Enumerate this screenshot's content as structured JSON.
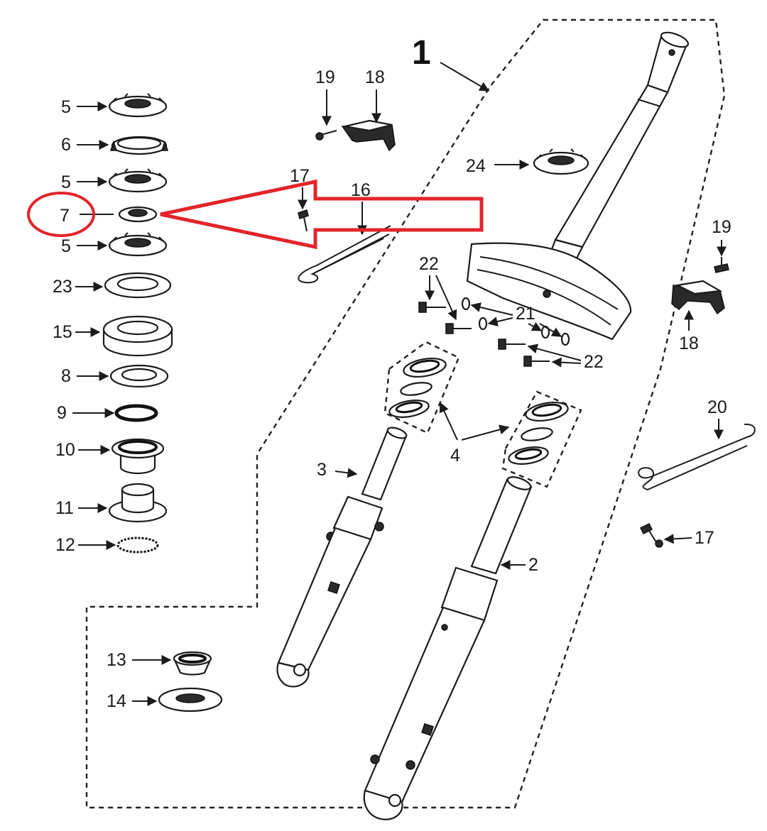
{
  "assembly_label": "1",
  "highlight_color": "#e3242b",
  "labels": {
    "p5a": "5",
    "p6": "6",
    "p5b": "5",
    "p7": "7",
    "p5c": "5",
    "p23": "23",
    "p15": "15",
    "p8": "8",
    "p9": "9",
    "p10": "10",
    "p11": "11",
    "p12": "12",
    "p13": "13",
    "p14": "14",
    "p19a": "19",
    "p18a": "18",
    "p17a": "17",
    "p16": "16",
    "p24": "24",
    "p22a": "22",
    "p21": "21",
    "p22b": "22",
    "p19b": "19",
    "p18b": "18",
    "p20": "20",
    "p4": "4",
    "p3": "3",
    "p2": "2",
    "p17b": "17"
  }
}
